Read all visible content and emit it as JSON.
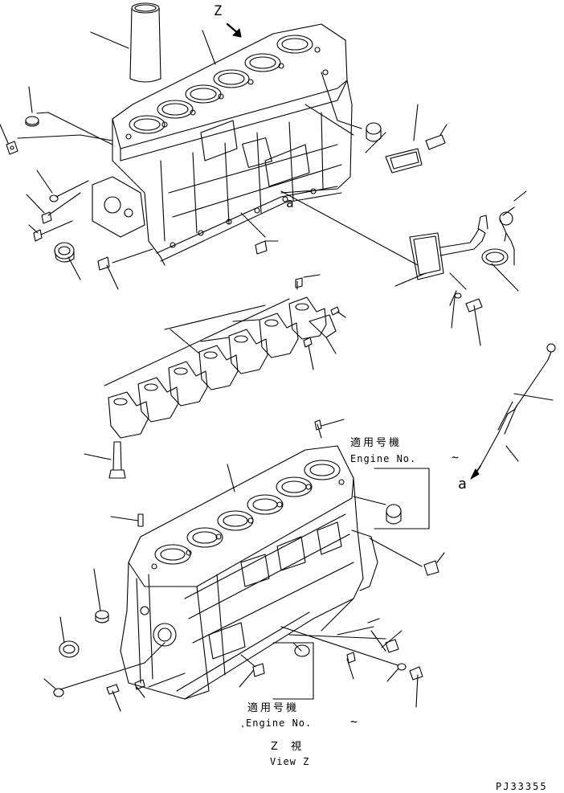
{
  "diagram": {
    "view_marker": "Z",
    "ref_top": "a",
    "ref_dipstick": "a",
    "serial_label_1": {
      "jp": "適用号機",
      "en": "Engine No.",
      "range": "~"
    },
    "serial_label_2": {
      "jp": "適用号機",
      "en": "Engine No.",
      "range": "~"
    },
    "view_caption": {
      "jp": "Z 視",
      "en": "View Z"
    },
    "drawing_number": "PJ33355",
    "colors": {
      "ink": "#000000",
      "paper": "#ffffff"
    }
  }
}
